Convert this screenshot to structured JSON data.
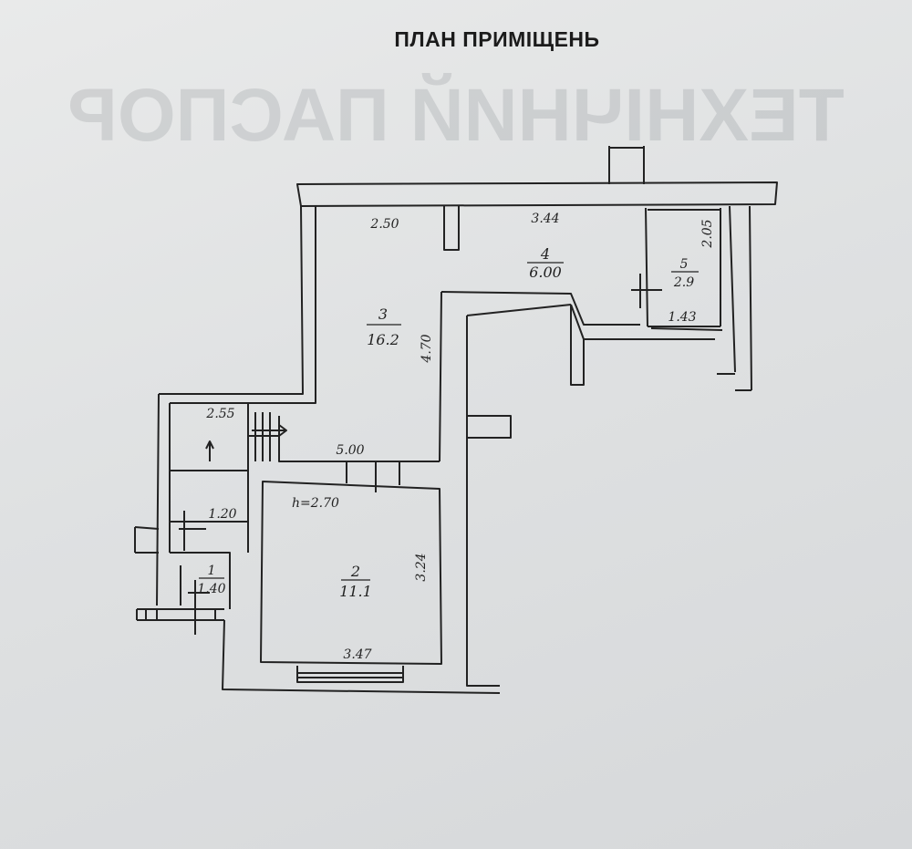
{
  "title": "ПЛАН ПРИМІЩЕНЬ",
  "watermark_text": "ТЕХНІЧНИЙ ПАСПОР",
  "rooms": [
    {
      "number": "1",
      "area": "1.40"
    },
    {
      "number": "2",
      "area": "11.1"
    },
    {
      "number": "3",
      "area": "16.2"
    },
    {
      "number": "4",
      "area": "6.00"
    },
    {
      "number": "5",
      "area": "2.9"
    }
  ],
  "dimensions": {
    "top_left": "2.50",
    "top_middle": "3.44",
    "right_vertical": "2.05",
    "room5_bottom": "1.43",
    "hall_vertical": "4.70",
    "stair_top": "2.55",
    "hall_bottom": "5.00",
    "ceiling_height": "h=2.70",
    "stair_bottom": "1.20",
    "room2_right": "3.24",
    "room2_bottom": "3.47"
  },
  "colors": {
    "ink": "#222222",
    "paper": "#e3e5e6"
  }
}
